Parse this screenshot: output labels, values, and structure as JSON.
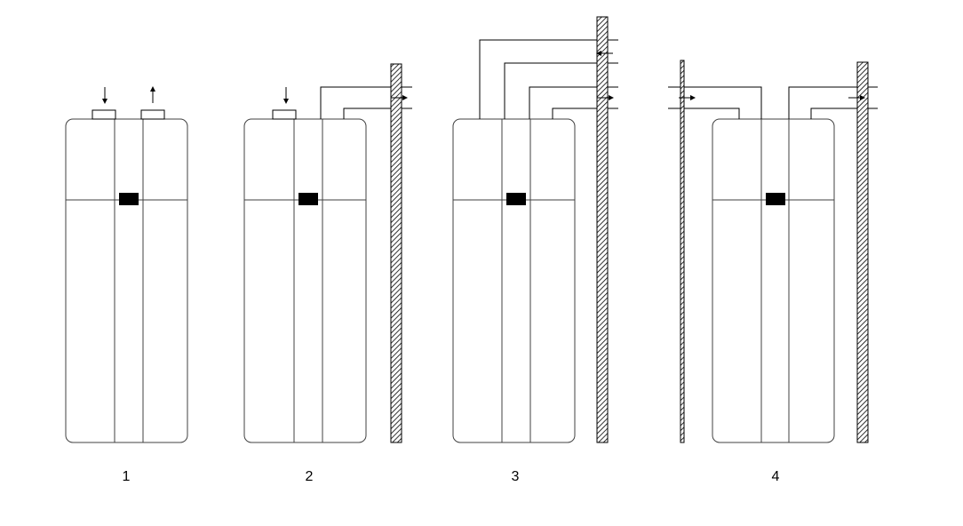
{
  "diagram": {
    "colors": {
      "line": "#000000",
      "tank_outline": "#404040",
      "background": "#ffffff",
      "display": "#000000"
    },
    "configurations": [
      {
        "label": "1",
        "description_icons": [
          "air-intake-arrow-icon",
          "air-exhaust-arrow-icon"
        ]
      },
      {
        "label": "2",
        "description_icons": [
          "air-intake-arrow-icon",
          "exhaust-duct-arrow-icon"
        ]
      },
      {
        "label": "3",
        "description_icons": [
          "intake-duct-arrow-icon",
          "exhaust-duct-arrow-icon"
        ]
      },
      {
        "label": "4",
        "description_icons": [
          "intake-duct-arrow-icon",
          "exhaust-duct-arrow-icon"
        ]
      }
    ]
  }
}
